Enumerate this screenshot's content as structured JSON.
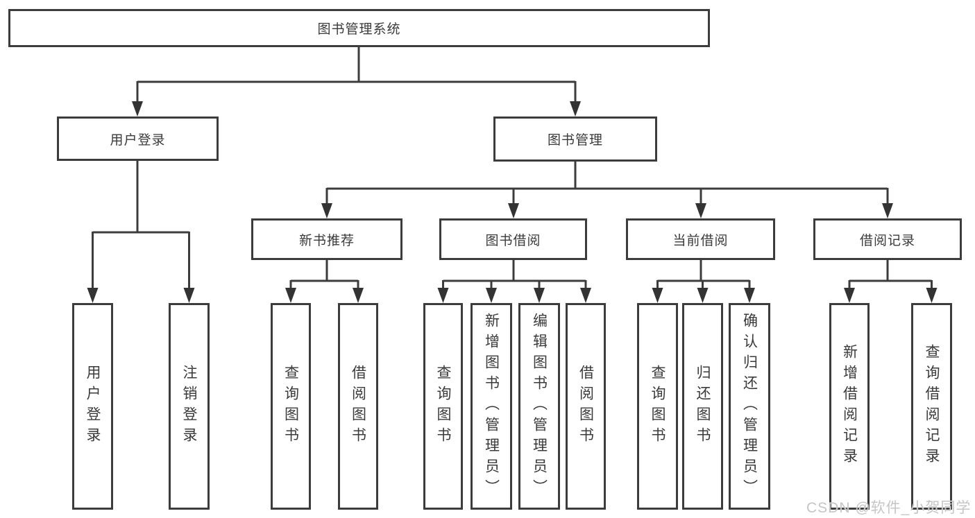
{
  "diagram": {
    "root": {
      "label": "图书管理系统"
    },
    "level2": [
      {
        "label": "用户登录"
      },
      {
        "label": "图书管理"
      }
    ],
    "level3": [
      {
        "label": "新书推荐"
      },
      {
        "label": "图书借阅"
      },
      {
        "label": "当前借阅"
      },
      {
        "label": "借阅记录"
      }
    ],
    "leaves": [
      {
        "label": "用户登录"
      },
      {
        "label": "注销登录"
      },
      {
        "label": "查询图书"
      },
      {
        "label": "借阅图书"
      },
      {
        "label": "查询图书"
      },
      {
        "label": "新增图书（管理员）"
      },
      {
        "label": "编辑图书（管理员）"
      },
      {
        "label": "借阅图书"
      },
      {
        "label": "查询图书"
      },
      {
        "label": "归还图书"
      },
      {
        "label": "确认归还（管理员）"
      },
      {
        "label": "新增借阅记录"
      },
      {
        "label": "查询借阅记录"
      }
    ]
  },
  "watermark": {
    "text": "CSDN @软件_小贺同学"
  },
  "colors": {
    "line": "#3c3c3c",
    "text": "#3a3a3a",
    "watermark_text": "#c5c5c5",
    "background": "#ffffff"
  }
}
